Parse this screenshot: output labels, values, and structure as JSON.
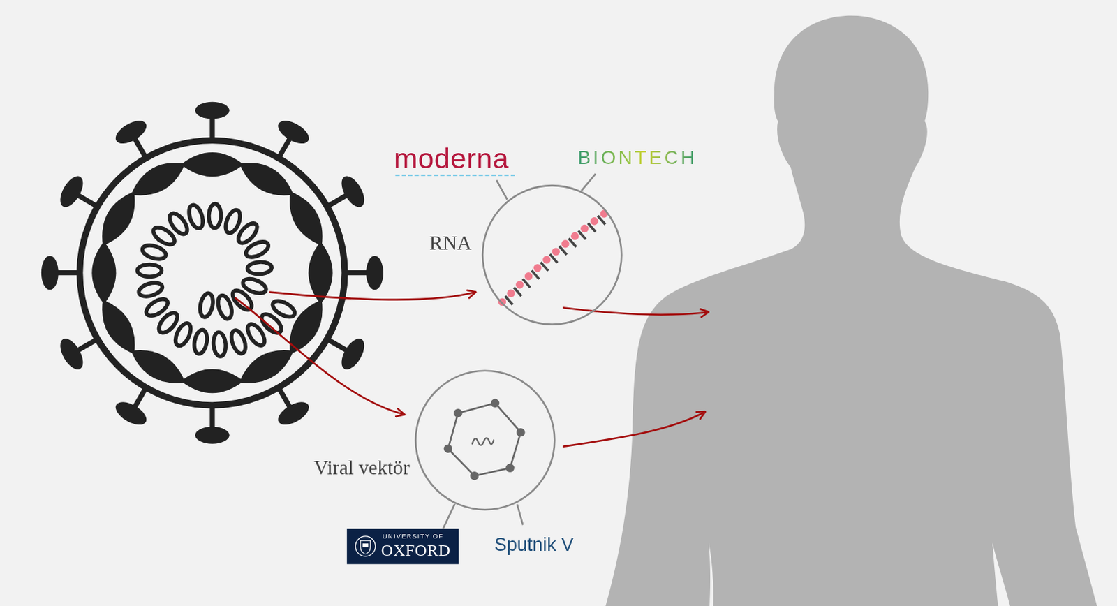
{
  "diagram": {
    "nodes": [
      {
        "text": [
          "RNA"
        ]
      },
      {
        "text": [
          "Viral vektör"
        ]
      },
      {
        "text": [
          "UNIVERSITY OF",
          "OXFORD"
        ]
      }
    ],
    "edges": [
      {
        "from": 2,
        "to": 1,
        "arrow": "none"
      }
    ],
    "labels": [
      "moderna",
      "BIONTECH",
      "Sputnik V"
    ]
  }
}
